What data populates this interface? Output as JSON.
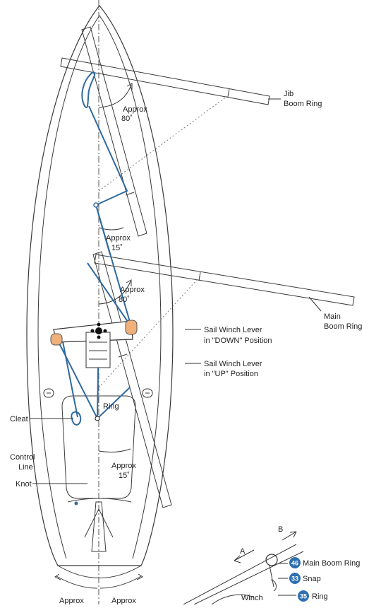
{
  "labels": {
    "jib_boom_ring": [
      "Jib",
      "Boom Ring"
    ],
    "approx_80_top": [
      "Approx",
      "80˚"
    ],
    "approx_15_mid": [
      "Approx",
      "15˚"
    ],
    "approx_80_mid": [
      "Approx",
      "80˚"
    ],
    "main_boom_ring": [
      "Main",
      "Boom Ring"
    ],
    "winch_down": [
      "Sail Winch Lever",
      "in \"DOWN\" Position"
    ],
    "winch_up": [
      "Sail Winch Lever",
      "in \"UP\" Position"
    ],
    "ring": "Ring",
    "cleat": "Cleat",
    "control_line": [
      "Control",
      "Line"
    ],
    "knot": "Knot",
    "approx_15_low": [
      "Approx",
      "15˚"
    ],
    "approx_bottom_left": "Approx",
    "approx_bottom_right": "Approx"
  },
  "inset": {
    "arrow_a": "A",
    "arrow_b": "B",
    "parts": [
      {
        "num": "46",
        "label": "Main Boom Ring"
      },
      {
        "num": "33",
        "label": "Snap"
      },
      {
        "num": "35",
        "label": "Ring"
      }
    ],
    "winch_label": "Winch"
  },
  "colors": {
    "rope": "#2f6aa0",
    "badge": "#2d6fb0",
    "roller": "#f0b07a"
  }
}
